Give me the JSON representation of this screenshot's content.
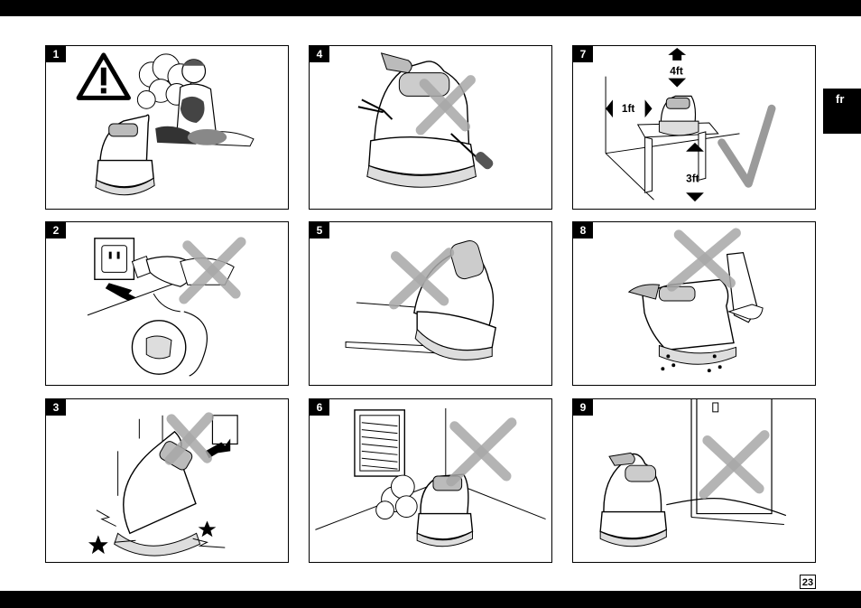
{
  "language_tab": "fr",
  "page_number": "23",
  "panels": [
    {
      "number": "1"
    },
    {
      "number": "2"
    },
    {
      "number": "3"
    },
    {
      "number": "4"
    },
    {
      "number": "5"
    },
    {
      "number": "6"
    },
    {
      "number": "7",
      "labels": {
        "top": "4ft",
        "side": "1ft",
        "bottom": "3ft"
      }
    },
    {
      "number": "8"
    },
    {
      "number": "9"
    }
  ],
  "colors": {
    "bar": "#000000",
    "cross": "#a8a8a8",
    "check": "#9a9a9a"
  }
}
